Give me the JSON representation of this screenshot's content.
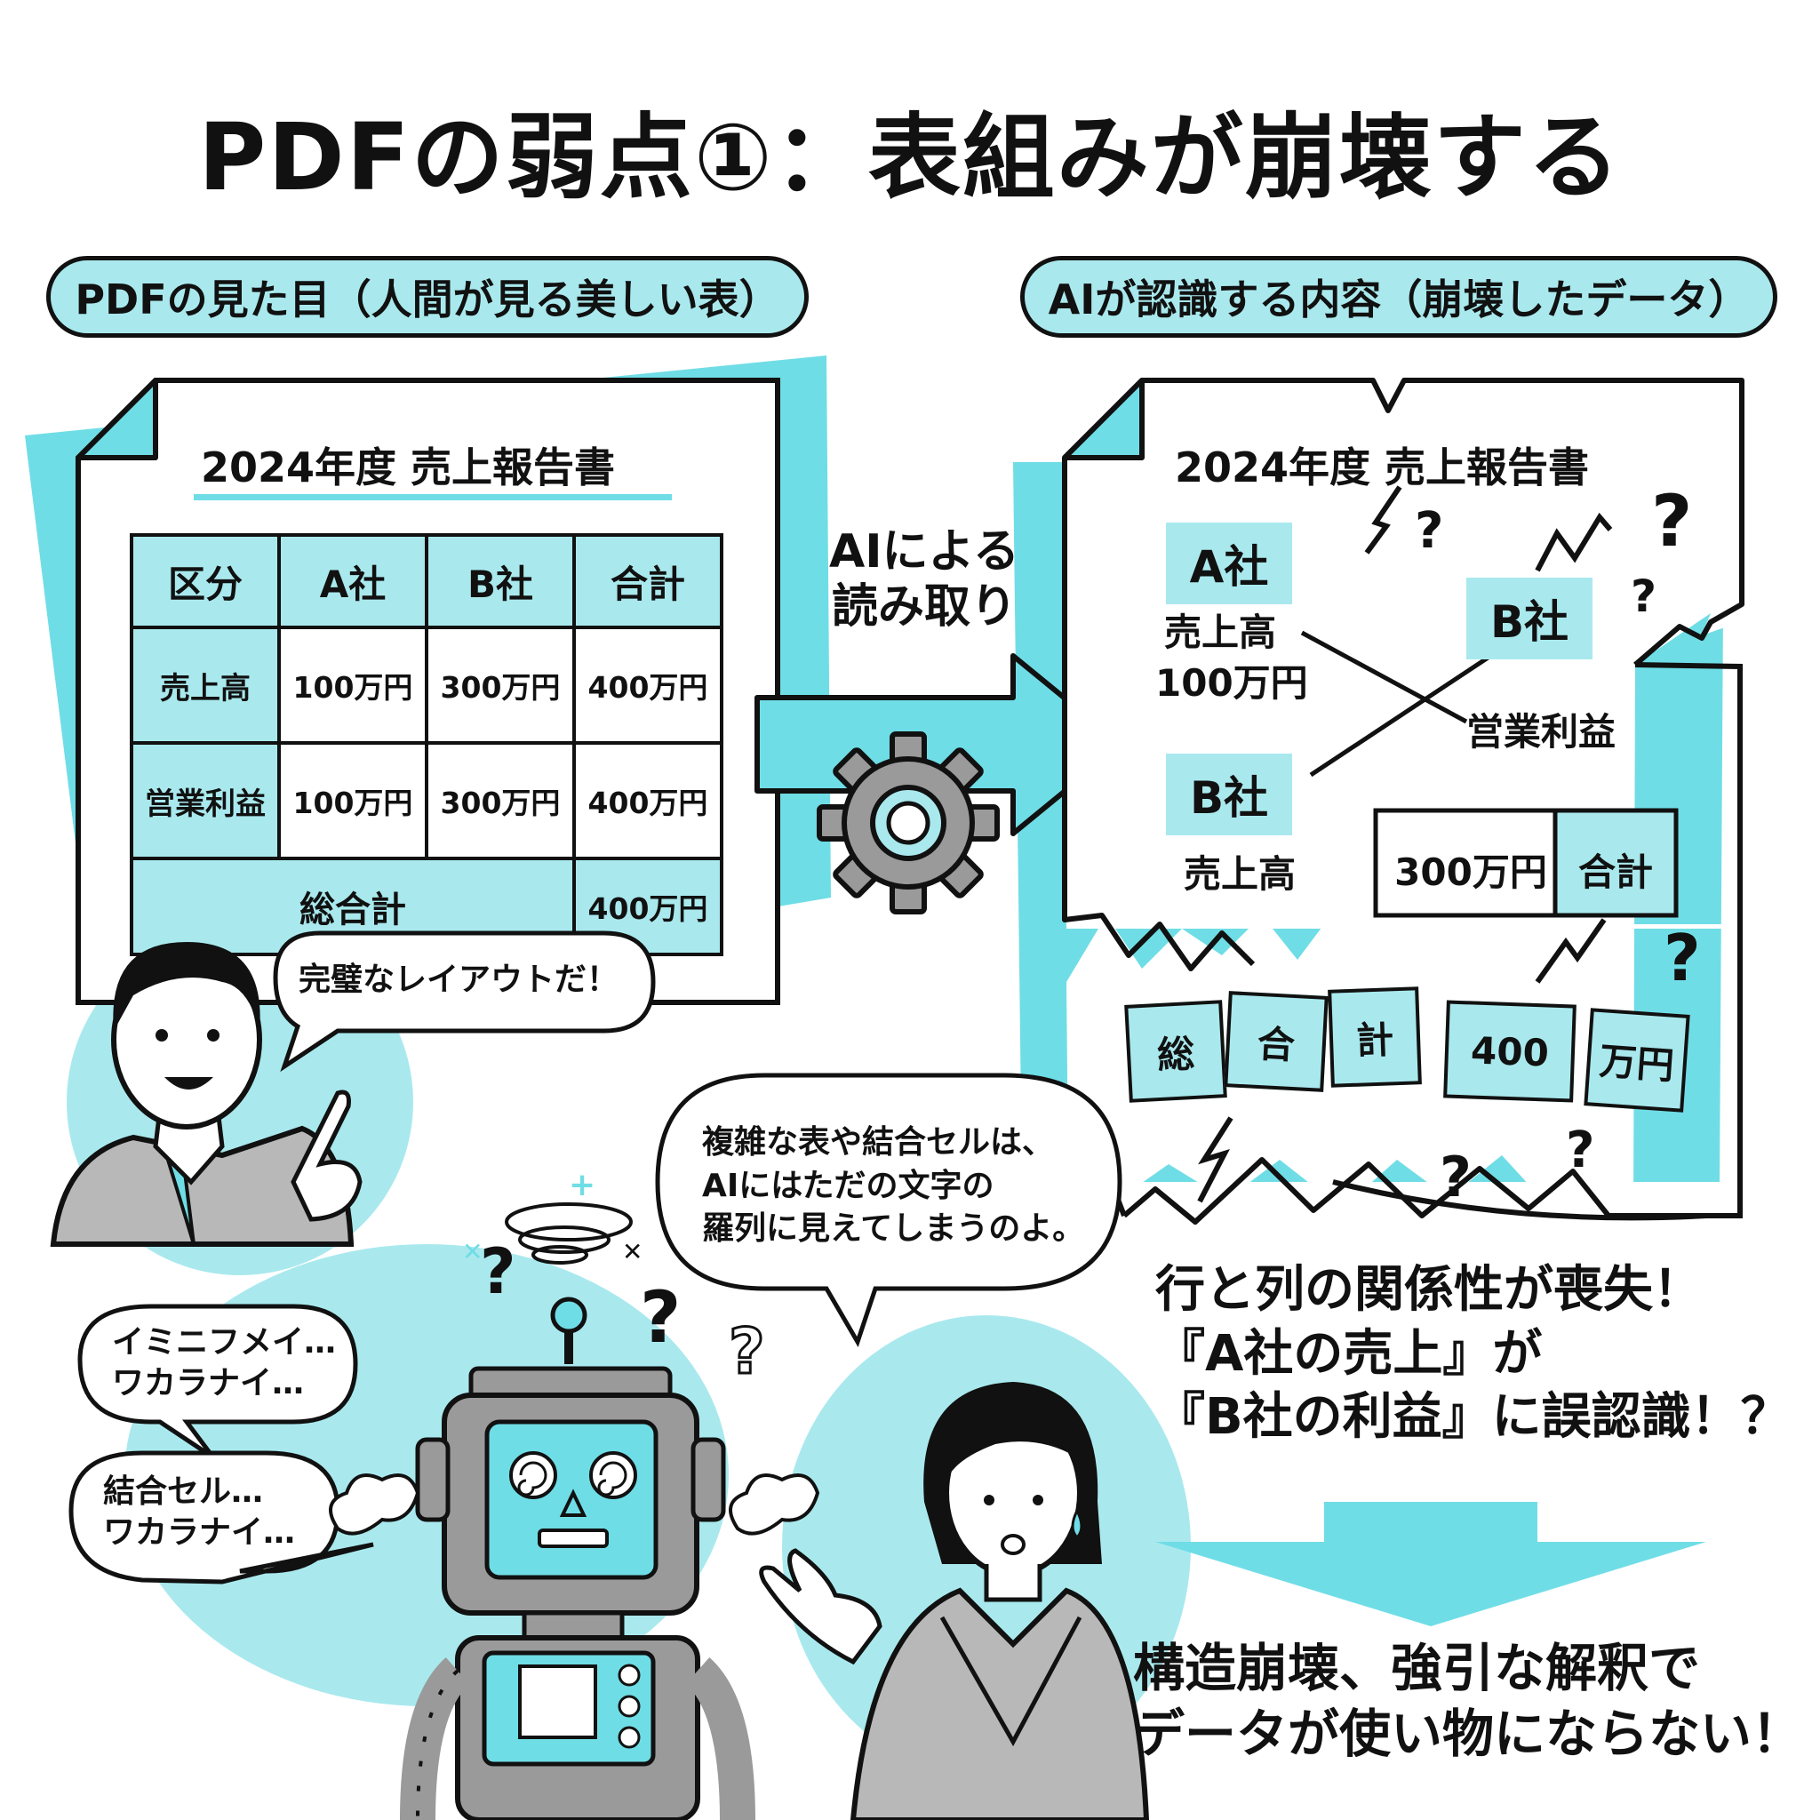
{
  "title": "PDFの弱点①：表組みが崩壊する",
  "left_panel": {
    "label": "PDFの見た目（人間が見る美しい表）",
    "doc_title": "2024年度 売上報告書",
    "table": {
      "headers": [
        "区分",
        "A社",
        "B社",
        "合計"
      ],
      "rows": [
        {
          "label": "売上高",
          "cells": [
            "100万円",
            "300万円",
            "400万円"
          ]
        },
        {
          "label": "営業利益",
          "cells": [
            "100万円",
            "300万円",
            "400万円"
          ]
        }
      ],
      "total_label": "総合計",
      "total_value": "400万円"
    },
    "man_speech": "完璧なレイアウトだ！"
  },
  "middle": {
    "arrow_label_line1": "AIによる",
    "arrow_label_line2": "読み取り",
    "gear_icon": "gear-icon",
    "accent_color": "#6fdde6"
  },
  "right_panel": {
    "label": "AIが認識する内容（崩壊したデータ）",
    "doc_title": "2024年度 売上報告書",
    "chip_a": "A社",
    "text_sales_a_1": "売上高",
    "text_sales_a_2": "100万円",
    "chip_b_top": "B社",
    "text_profit": "営業利益",
    "chip_b_bottom": "B社",
    "text_sales_b": "売上高",
    "box_value": "300万円",
    "box_label": "合計",
    "fragments": [
      "総",
      "合",
      "計",
      "400",
      "万円"
    ],
    "question_mark": "?"
  },
  "robot": {
    "speech_1_line1": "イミニフメイ…",
    "speech_1_line2": "ワカラナイ…",
    "speech_2_line1": "結合セル…",
    "speech_2_line2": "ワカラナイ…"
  },
  "woman": {
    "speech_line1": "複雑な表や結合セルは、",
    "speech_line2": "AIにはただの文字の",
    "speech_line3": "羅列に見えてしまうのよ。"
  },
  "conclusion": {
    "line1": "行と列の関係性が喪失！",
    "line2": "『A社の売上』が",
    "line3": "『B社の利益』に誤認識！？",
    "result_line1": "構造崩壊、強引な解釈で",
    "result_line2": "データが使い物にならない！"
  }
}
